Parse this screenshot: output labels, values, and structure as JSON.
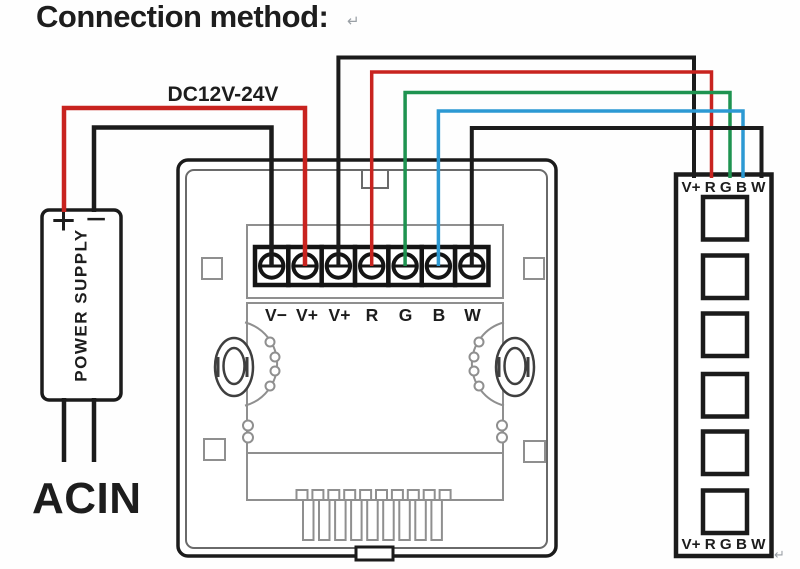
{
  "title": "Connection method:",
  "marks": {
    "after_title": "↵",
    "after_strip": "↵"
  },
  "power_supply": {
    "name": "POWER SUPPLY",
    "plus": "+",
    "minus": "−",
    "ac_input": "ACIN",
    "dc_rating": "DC12V-24V"
  },
  "controller_panel": {
    "terminal_labels": [
      "V−",
      "V+",
      "V+",
      "R",
      "G",
      "B",
      "W"
    ]
  },
  "led_strip": {
    "top_pads": "V+ R G B W",
    "bottom_pads": "V+ R G B W"
  },
  "colors": {
    "wire_black": "#1b1b1b",
    "wire_red": "#c8231f",
    "wire_green": "#1e9350",
    "wire_blue": "#2c99d3"
  },
  "connections": [
    {
      "from": "power-supply +",
      "to": "controller V+",
      "wire": "red"
    },
    {
      "from": "power-supply −",
      "to": "controller V−",
      "wire": "black"
    },
    {
      "from": "controller V+",
      "to": "led-strip V+",
      "wire": "black"
    },
    {
      "from": "controller R",
      "to": "led-strip R",
      "wire": "red"
    },
    {
      "from": "controller G",
      "to": "led-strip G",
      "wire": "green"
    },
    {
      "from": "controller B",
      "to": "led-strip B",
      "wire": "blue"
    },
    {
      "from": "controller W",
      "to": "led-strip W",
      "wire": "black"
    }
  ]
}
